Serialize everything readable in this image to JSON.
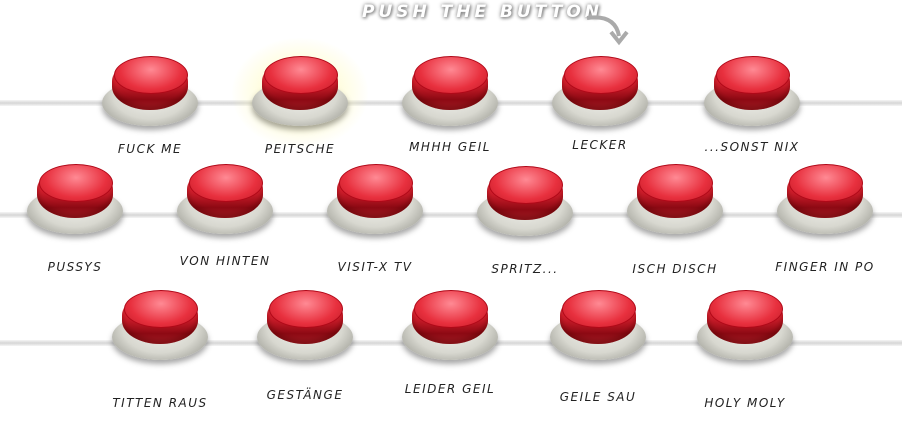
{
  "header": {
    "title": "PUSH THE BUTTON",
    "arrow_icon": "curved-arrow-down"
  },
  "colors": {
    "button_red": "#d8202e",
    "glow": "#fffa8c"
  },
  "buttons": [
    {
      "label": "FUCK ME"
    },
    {
      "label": "PEITSCHE",
      "active": true
    },
    {
      "label": "MHHH GEIL"
    },
    {
      "label": "LECKER"
    },
    {
      "label": "...SONST NIX"
    },
    {
      "label": "PUSSYS"
    },
    {
      "label": "VON HINTEN"
    },
    {
      "label": "VISIT-X TV"
    },
    {
      "label": "SPRITZ..."
    },
    {
      "label": "ISCH DISCH"
    },
    {
      "label": "FINGER IN PO"
    },
    {
      "label": "TITTEN RAUS"
    },
    {
      "label": "GESTÄNGE"
    },
    {
      "label": "LEIDER GEIL"
    },
    {
      "label": "GEILE SAU"
    },
    {
      "label": "HOLY MOLY"
    }
  ]
}
